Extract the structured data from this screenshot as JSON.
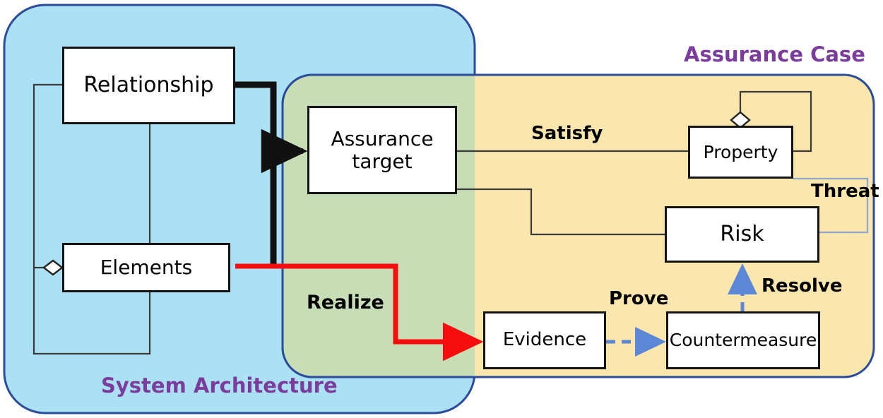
{
  "diagram": {
    "title_system_architecture": "System Architecture",
    "title_assurance_case": "Assurance Case",
    "accent_purple": "#7a3d9c",
    "zone_blue_fill": "#ace1f5",
    "zone_green_fill": "#c7ddb5",
    "zone_yellow_fill": "#fbe6ad",
    "zone_border": "#2b4b9b",
    "red_edge": "#f60d0d",
    "blue_dashed_edge": "#5b87d6",
    "node_border": "#141414"
  },
  "nodes": {
    "relationship": "Relationship",
    "elements": "Elements",
    "assurance_target": "Assurance\ntarget",
    "assurance_target_line1": "Assurance",
    "assurance_target_line2": "target",
    "property": "Property",
    "risk": "Risk",
    "evidence": "Evidence",
    "countermeasure": "Countermeasure"
  },
  "edge_labels": {
    "satisfy": "Satisfy",
    "threat": "Threat",
    "resolve": "Resolve",
    "prove": "Prove",
    "realize": "Realize"
  }
}
